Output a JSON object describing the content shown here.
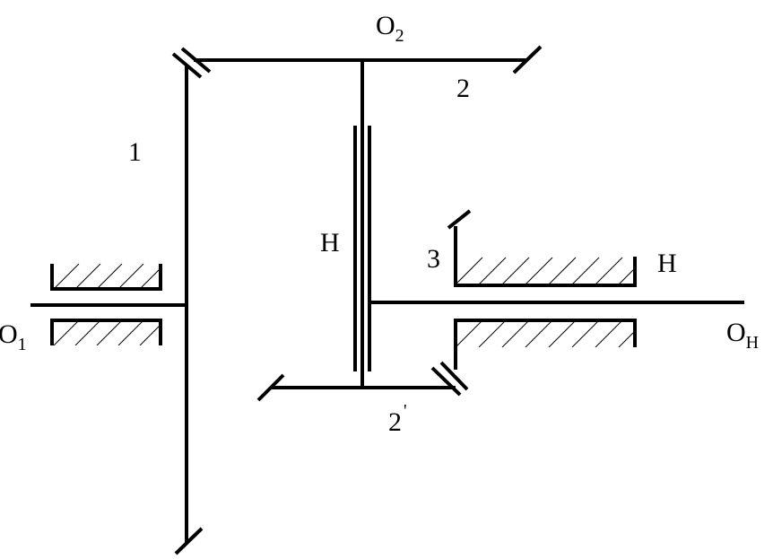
{
  "labels": {
    "o2": {
      "main": "O",
      "sub": "2"
    },
    "gear2": "2",
    "gear1": "1",
    "carrier_mid": "H",
    "gear3": "3",
    "carrier_right": "H",
    "o1": {
      "main": "O",
      "sub": "1"
    },
    "oh": {
      "main": "O",
      "sub": "H"
    },
    "gear2p": {
      "main": "2",
      "prime": "'"
    }
  }
}
